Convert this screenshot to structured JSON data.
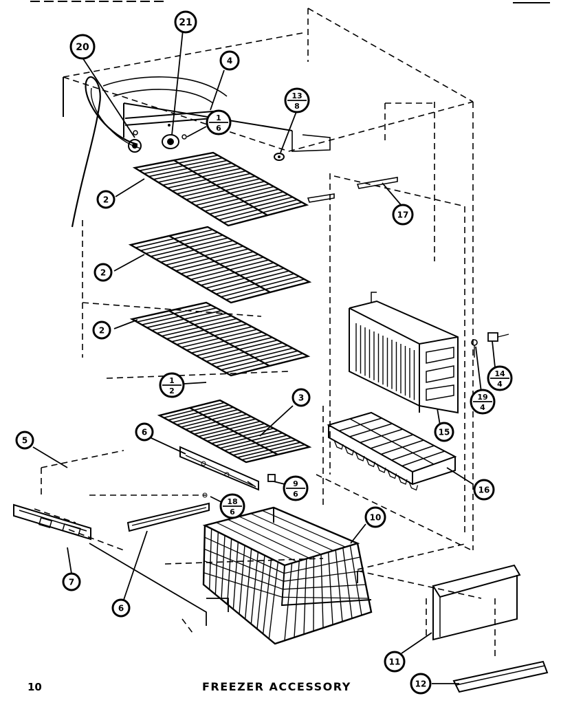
{
  "footer": {
    "page_number": "10",
    "title": "FREEZER ACCESSORY"
  },
  "callouts": [
    {
      "id": "c20",
      "top": "20"
    },
    {
      "id": "c21",
      "top": "21"
    },
    {
      "id": "c4",
      "top": "4"
    },
    {
      "id": "c1-6",
      "top": "1",
      "bottom": "6"
    },
    {
      "id": "c13-8",
      "top": "13",
      "bottom": "8"
    },
    {
      "id": "c2a",
      "top": "2"
    },
    {
      "id": "c17",
      "top": "17"
    },
    {
      "id": "c2b",
      "top": "2"
    },
    {
      "id": "c2c",
      "top": "2"
    },
    {
      "id": "c1-2",
      "top": "1",
      "bottom": "2"
    },
    {
      "id": "c3",
      "top": "3"
    },
    {
      "id": "c14-4",
      "top": "14",
      "bottom": "4"
    },
    {
      "id": "c19-4",
      "top": "19",
      "bottom": "4"
    },
    {
      "id": "c15",
      "top": "15"
    },
    {
      "id": "c5",
      "top": "5"
    },
    {
      "id": "c6a",
      "top": "6"
    },
    {
      "id": "c9-6",
      "top": "9",
      "bottom": "6"
    },
    {
      "id": "c18-6",
      "top": "18",
      "bottom": "6"
    },
    {
      "id": "c16",
      "top": "16"
    },
    {
      "id": "c10",
      "top": "10"
    },
    {
      "id": "c7",
      "top": "7"
    },
    {
      "id": "c6b",
      "top": "6"
    },
    {
      "id": "c11",
      "top": "11"
    },
    {
      "id": "c12",
      "top": "12"
    }
  ]
}
